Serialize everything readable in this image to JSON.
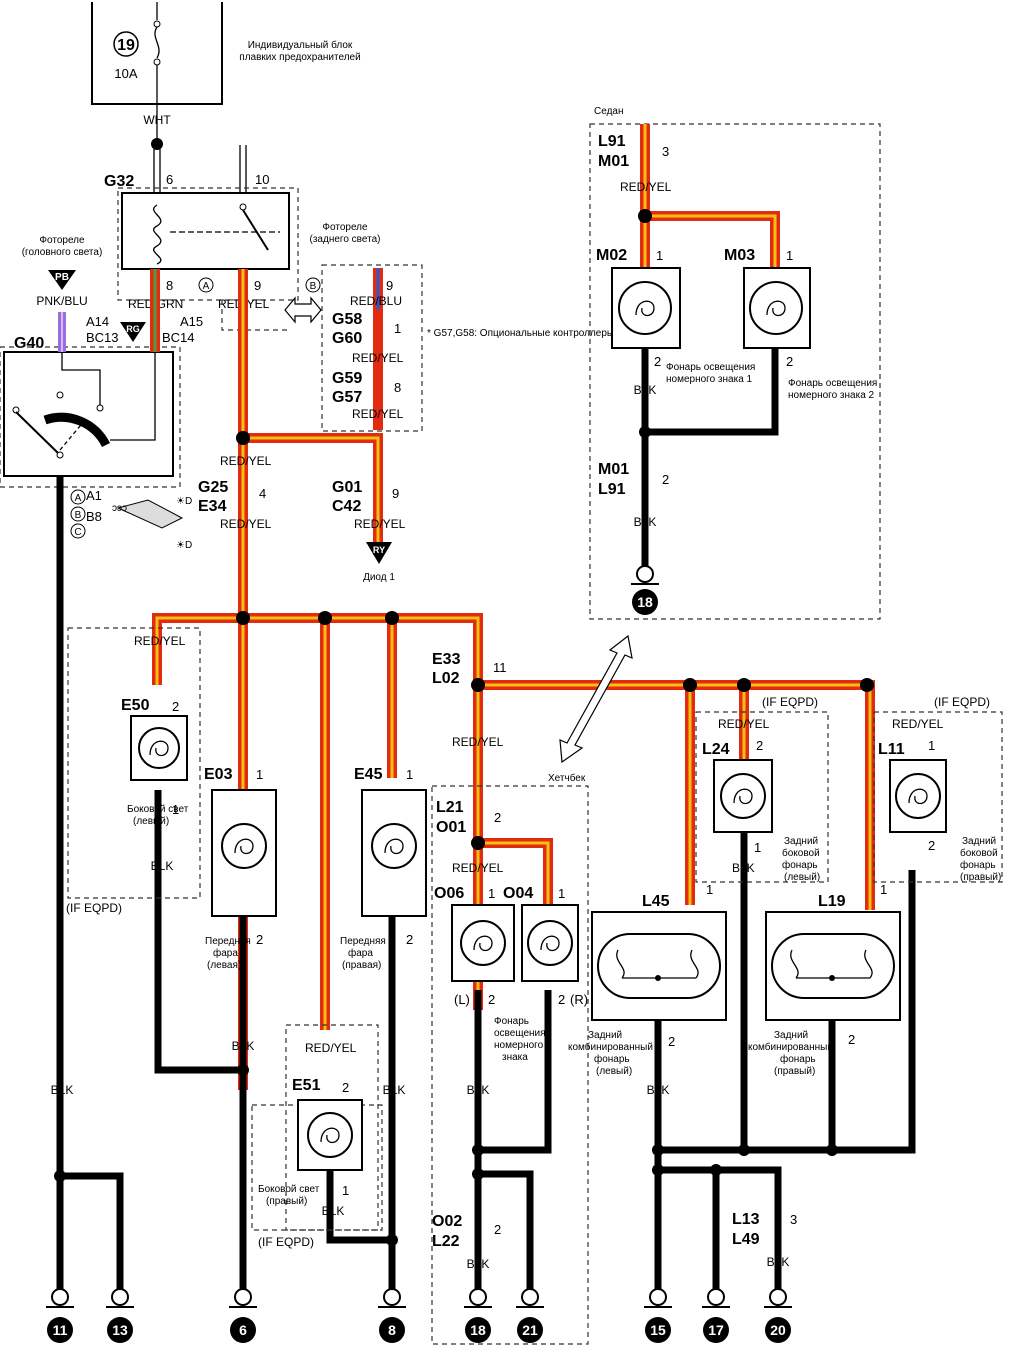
{
  "fuse": {
    "number": "19",
    "rating": "10A",
    "block_label_1": "Индивидуальный блок",
    "block_label_2": "плавких предохранителей",
    "wire": "WHT"
  },
  "relay_g32": {
    "code": "G32",
    "pins": [
      "6",
      "10",
      "8",
      "9"
    ],
    "wire_left": "RED/GRN",
    "wire_right": "RED/YEL"
  },
  "photorelay_rear": {
    "label_1": "Фотореле",
    "label_2": "(заднего света)",
    "marker": "B"
  },
  "photorelay_head": {
    "label_1": "Фотореле",
    "label_2": "(головного света)",
    "badge": "PB",
    "wire": "PNK/BLU",
    "badge_rg": "RG"
  },
  "switch_g40": {
    "code": "G40",
    "pins_left": [
      "A14",
      "BC13"
    ],
    "pins_right": [
      "A15",
      "BC14"
    ],
    "pins_bottom": [
      "A1",
      "B8",
      "C"
    ]
  },
  "optional": {
    "codes": [
      "G58",
      "G60",
      "G59",
      "G57"
    ],
    "pins": [
      "9",
      "1",
      "8"
    ],
    "wires": [
      "RED/BLU",
      "RED/YEL",
      "RED/YEL"
    ],
    "note": "* G57,G58: Опциональные контроллеры"
  },
  "junctions": {
    "g25_e34": {
      "codes": [
        "G25",
        "E34"
      ],
      "pin": "4",
      "wire_top": "RED/YEL",
      "wire_bottom": "RED/YEL"
    },
    "g01_c42": {
      "codes": [
        "G01",
        "C42"
      ],
      "pin": "9",
      "wire": "RED/YEL",
      "diode": "RY",
      "diode_label": "Диод 1"
    },
    "e33_l02": {
      "codes": [
        "E33",
        "L02"
      ],
      "pin": "11",
      "wire": "RED/YEL"
    },
    "l21_o01": {
      "codes": [
        "L21",
        "O01"
      ],
      "pin": "2",
      "wire": "RED/YEL"
    },
    "o02_l22": {
      "codes": [
        "O02",
        "L22"
      ],
      "pin": "2",
      "wire": "BLK"
    },
    "l13_l49": {
      "codes": [
        "L13",
        "L49"
      ],
      "pin": "3",
      "wire": "BLK"
    },
    "l91_m01": {
      "codes": [
        "L91",
        "M01"
      ],
      "pin": "3",
      "wire": "RED/YEL"
    },
    "m01_l91": {
      "codes": [
        "M01",
        "L91"
      ],
      "pin": "2",
      "wire": "BLK"
    }
  },
  "sedan": {
    "title": "Седан",
    "m02": "M02",
    "m03": "M03",
    "lamp1_1": "Фонарь освещения",
    "lamp1_2": "номерного знака 1",
    "lamp2_1": "Фонарь освещения",
    "lamp2_2": "номерного знака 2",
    "wire": "BLK",
    "ground": "18"
  },
  "hatchback": {
    "title": "Хетчбек"
  },
  "lamps": {
    "e50": {
      "code": "E50",
      "wire": "RED/YEL",
      "name_1": "Боковой свет",
      "name_2": "(левый)",
      "wire_bottom": "BLK",
      "cond": "(IF EQPD)"
    },
    "e03": {
      "code": "E03",
      "name_1": "Передняя",
      "name_2": "фара",
      "name_3": "(левая)",
      "wire_bottom": "BLK"
    },
    "e45": {
      "code": "E45",
      "name_1": "Передняя",
      "name_2": "фара",
      "name_3": "(правая)",
      "wire_bottom": "BLK"
    },
    "e51": {
      "code": "E51",
      "wire": "RED/YEL",
      "name_1": "Боковой свет",
      "name_2": "(правый)",
      "wire_bottom": "BLK",
      "cond": "(IF EQPD)"
    },
    "o06": {
      "code": "O06",
      "side": "(L)"
    },
    "o04": {
      "code": "O04",
      "side": "(R)"
    },
    "plate": {
      "name_1": "Фонарь",
      "name_2": "освещения",
      "name_3": "номерного",
      "name_4": "знака",
      "wire": "BLK"
    },
    "l24": {
      "code": "L24",
      "wire": "RED/YEL",
      "cond": "(IF EQPD)",
      "name_1": "Задний",
      "name_2": "боковой",
      "name_3": "фонарь",
      "name_4": "(левый)"
    },
    "l11": {
      "code": "L11",
      "wire": "RED/YEL",
      "cond": "(IF EQPD)",
      "name_1": "Задний",
      "name_2": "боковой",
      "name_3": "фонарь",
      "name_4": "(правый)"
    },
    "l45": {
      "code": "L45",
      "name_1": "Задний",
      "name_2": "комбинированный",
      "name_3": "фонарь",
      "name_4": "(левый)",
      "wire": "BLK"
    },
    "l19": {
      "code": "L19",
      "name_1": "Задний",
      "name_2": "комбинированный",
      "name_3": "фонарь",
      "name_4": "(правый)"
    }
  },
  "grounds": [
    "11",
    "13",
    "6",
    "8",
    "18",
    "21",
    "15",
    "17",
    "20"
  ],
  "wire_blk": "BLK"
}
